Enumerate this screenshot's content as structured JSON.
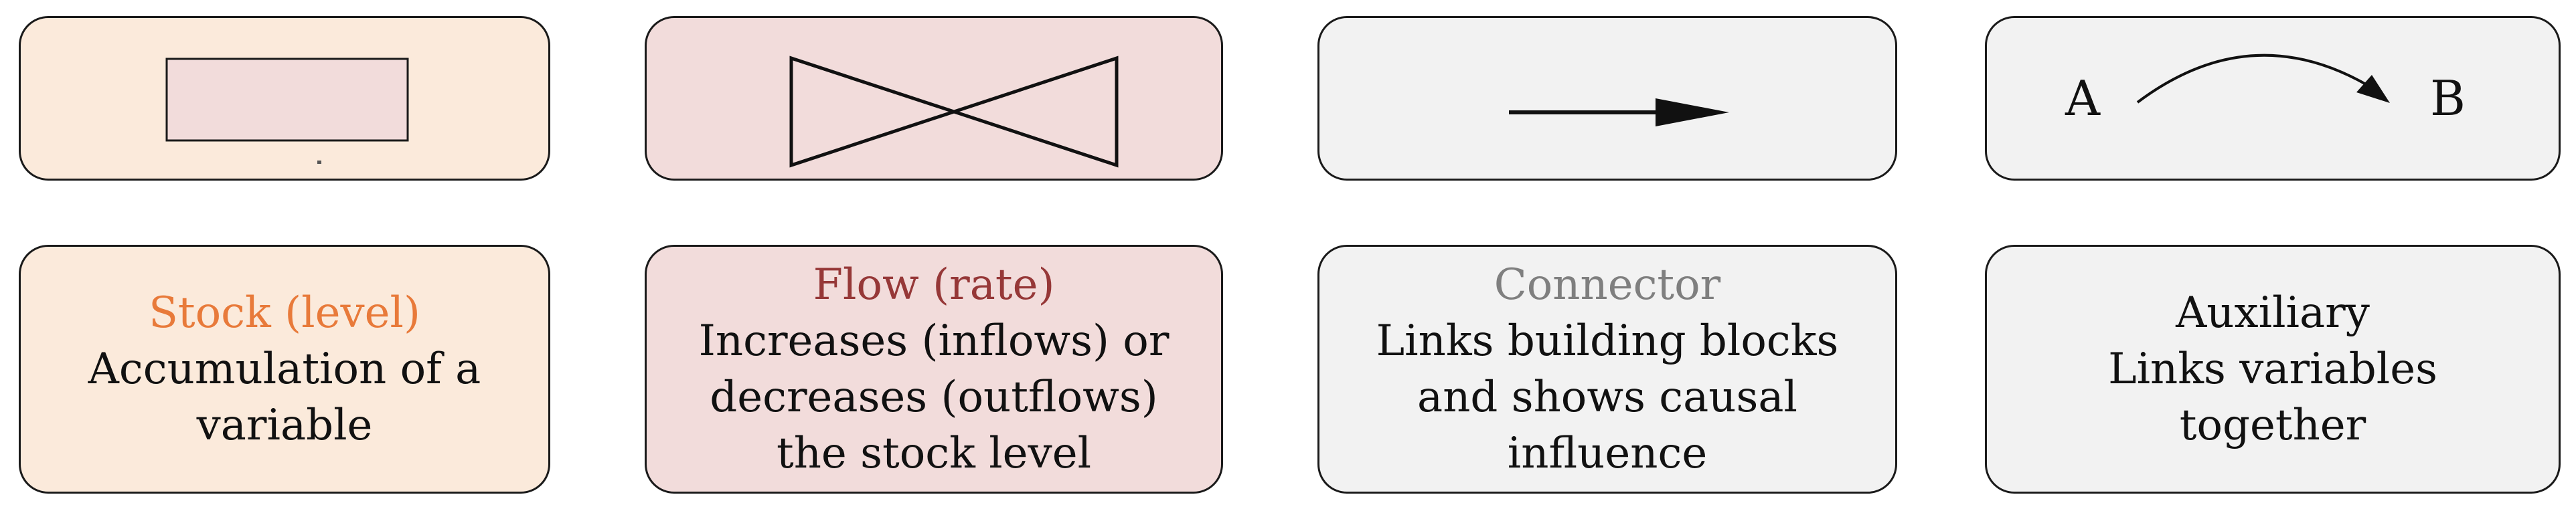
{
  "stock": {
    "title": "Stock (level)",
    "desc": [
      "Accumulation of a",
      "variable"
    ],
    "title_color": "#e87a3a",
    "bg_color": "#fbeadb",
    "icon": "rectangle-icon"
  },
  "flow": {
    "title": "Flow (rate)",
    "desc": [
      "Increases (inflows) or",
      "decreases (outflows)",
      "the stock level"
    ],
    "title_color": "#963838",
    "bg_color": "#f2dcdb",
    "icon": "valve-icon"
  },
  "connector": {
    "title": "Connector",
    "desc": [
      "Links building blocks",
      "and shows causal",
      "influence"
    ],
    "title_color": "#7f7f7f",
    "bg_color": "#f2f2f2",
    "icon": "arrow-right-icon"
  },
  "auxiliary": {
    "title": "Auxiliary",
    "desc": [
      "Links variables",
      "together"
    ],
    "label_a": "A",
    "label_b": "B",
    "bg_color": "#f2f2f2",
    "icon": "curved-arrow-icon"
  }
}
